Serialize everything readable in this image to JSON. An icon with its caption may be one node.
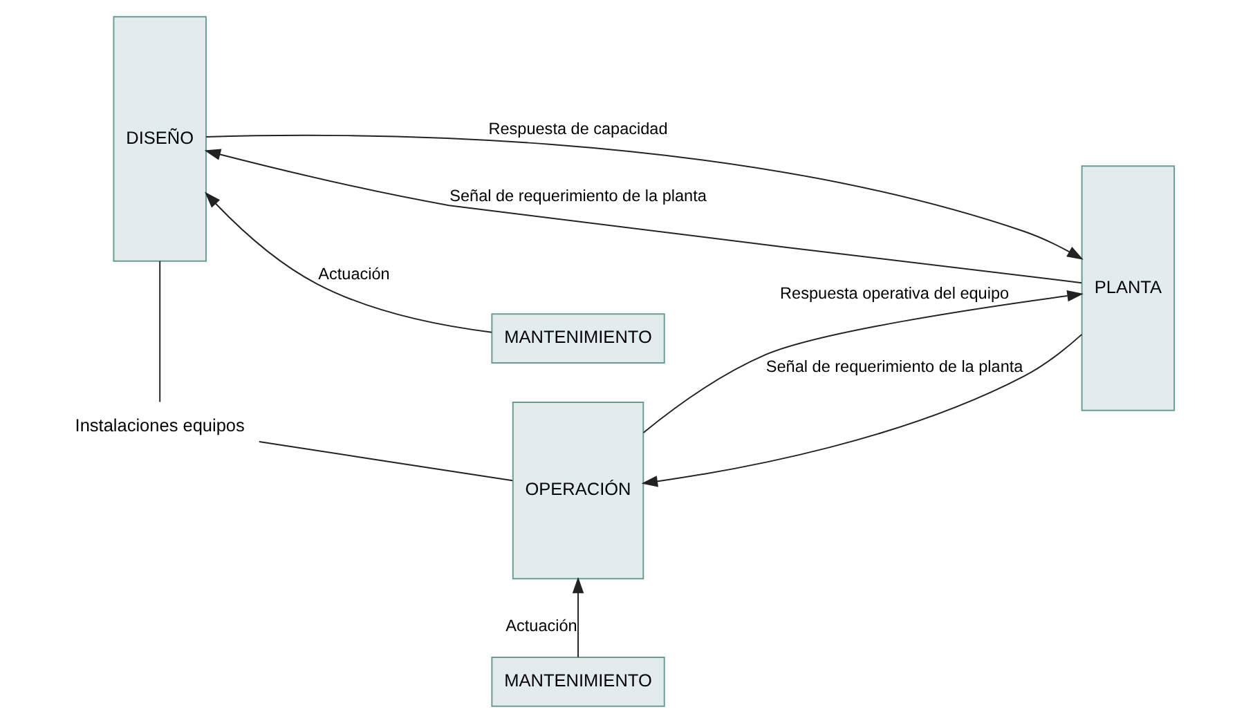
{
  "diagram": {
    "nodes": [
      {
        "text": [
          "DISEÑO"
        ]
      },
      {
        "text": [
          "OPERACIÓN"
        ]
      },
      {
        "text": [
          "PLANTA"
        ]
      },
      {
        "text": [
          "MANTENIMIENTO"
        ]
      },
      {
        "text": [
          "MANTENIMIENTO"
        ]
      },
      {
        "text": [
          "Instalaciones equipos"
        ]
      }
    ],
    "edges": [
      {
        "from": 2,
        "to": 0,
        "arrow": "to",
        "label": "Señal de requerimiento de la planta"
      },
      {
        "from": 3,
        "to": 0,
        "arrow": "to",
        "label": "Actuación"
      },
      {
        "from": 0,
        "to": 2,
        "arrow": "to",
        "label": "Respuesta de capacidad"
      },
      {
        "from": 2,
        "to": 1,
        "arrow": "to",
        "label": "Señal de requerimiento de la planta"
      },
      {
        "from": 4,
        "to": 1,
        "arrow": "to",
        "label": "Actuación"
      },
      {
        "from": 1,
        "to": 2,
        "arrow": "to",
        "label": "Respuesta operativa del equipo"
      },
      {
        "from": 0,
        "to": 5,
        "arrow": "none"
      },
      {
        "from": 1,
        "to": 5,
        "arrow": "none"
      }
    ]
  }
}
